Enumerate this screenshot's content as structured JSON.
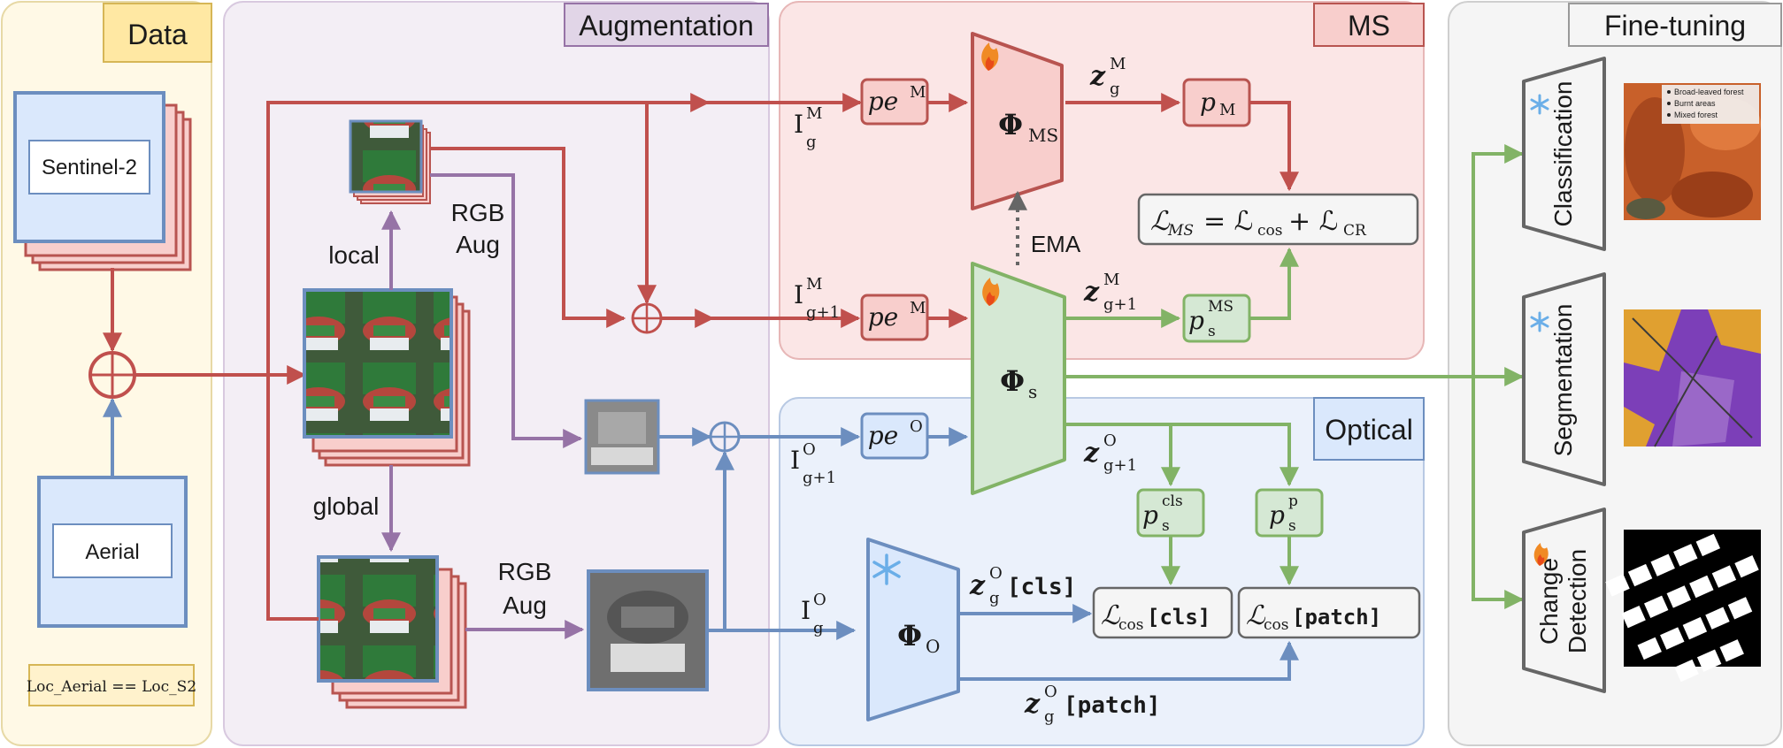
{
  "panels": {
    "data": "Data",
    "augmentation": "Augmentation",
    "ms": "MS",
    "optical": "Optical",
    "finetuning": "Fine-tuning"
  },
  "data_panel": {
    "sentinel": "Sentinel-2",
    "aerial": "Aerial",
    "loc_constraint": "Loc_Aerial == Loc_S2"
  },
  "aug_labels": {
    "local": "local",
    "global": "global",
    "rgb": "RGB",
    "aug": "Aug"
  },
  "ms_labels": {
    "pe_m": "pe",
    "pe_m_sup": "M",
    "phi_ms": "Φ",
    "phi_ms_sub": "MS",
    "z_g_m": "z",
    "z_g_m_sub": "g",
    "z_g_m_sup": "M",
    "p_m": "p",
    "p_m_sub": "M",
    "loss_ms": "ℒ",
    "loss_ms_sub": "MS",
    "loss_eq": "= ℒ",
    "loss_cos_sub": "cos",
    "loss_plus": "+ ℒ",
    "loss_cr_sub": "CR",
    "ema": "EMA",
    "i_g_m": "I",
    "i_g_m_sub": "g",
    "i_g_m_sup": "M",
    "i_g1_m": "I",
    "i_g1_m_sub": "g+1",
    "i_g1_m_sup": "M",
    "z_g1_m": "z",
    "z_g1_m_sub": "g+1",
    "z_g1_m_sup": "M",
    "p_s_ms": "p",
    "p_s_ms_sub": "s",
    "p_s_ms_sup": "MS"
  },
  "student_labels": {
    "phi_s": "Φ",
    "phi_s_sub": "s"
  },
  "opt_labels": {
    "pe_o": "pe",
    "pe_o_sup": "O",
    "i_g1_o": "I",
    "i_g1_o_sub": "g+1",
    "i_g1_o_sup": "O",
    "z_g1_o": "z",
    "z_g1_o_sub": "g+1",
    "z_g1_o_sup": "O",
    "p_cls": "p",
    "p_cls_sub": "s",
    "p_cls_sup": "cls",
    "p_p": "p",
    "p_p_sub": "s",
    "p_p_sup": "p",
    "i_g_o": "I",
    "i_g_o_sub": "g",
    "i_g_o_sup": "O",
    "phi_o": "Φ",
    "phi_o_sub": "O",
    "z_cls": "z",
    "z_cls_sub": "g",
    "z_cls_sup": "O",
    "cls_tag": "[cls]",
    "z_patch": "z",
    "z_patch_sub": "g",
    "z_patch_sup": "O",
    "patch_tag": "[patch]",
    "loss_cls": "ℒ",
    "loss_cls_sub": "cos",
    "loss_cls_tag": "[cls]",
    "loss_patch": "ℒ",
    "loss_patch_sub": "cos",
    "loss_patch_tag": "[patch]"
  },
  "ft_labels": {
    "classification": "Classification",
    "segmentation": "Segmentation",
    "change": "Change",
    "detection": "Detection",
    "legend": [
      "Broad-leaved forest",
      "Burnt areas",
      "Mixed forest"
    ]
  },
  "colors": {
    "red": "#c0504d",
    "blue": "#6c8ebf",
    "green": "#82b366",
    "purple": "#9673a6",
    "data_bg": "#fff9e6",
    "aug_bg": "#f3eef5",
    "ms_bg": "#fbe6e6",
    "opt_bg": "#ebf1fb",
    "ft_bg": "#f5f5f5"
  }
}
